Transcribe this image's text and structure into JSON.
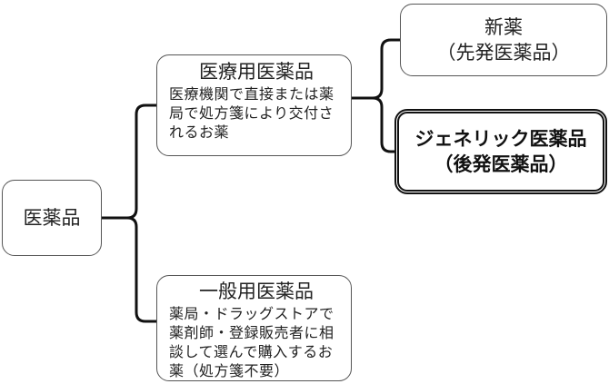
{
  "root": {
    "label": "医薬品"
  },
  "prescription": {
    "title": "医療用医薬品",
    "desc_lines": [
      "医療機関で直接または薬",
      "局で処方箋により交付さ",
      "れるお薬"
    ]
  },
  "otc": {
    "title": "一般用医薬品",
    "desc_lines": [
      "薬局・ドラッグストアで",
      "薬剤師・登録販売者に相",
      "談して選んで購入するお",
      "薬（処方箋不要）"
    ]
  },
  "new_drug": {
    "line1": "新薬",
    "line2": "（先発医薬品）"
  },
  "generic_drug": {
    "line1": "ジェネリック医薬品",
    "line2": "（後発医薬品）"
  },
  "colors": {
    "connector": "#111111",
    "box_border": "#555555"
  }
}
